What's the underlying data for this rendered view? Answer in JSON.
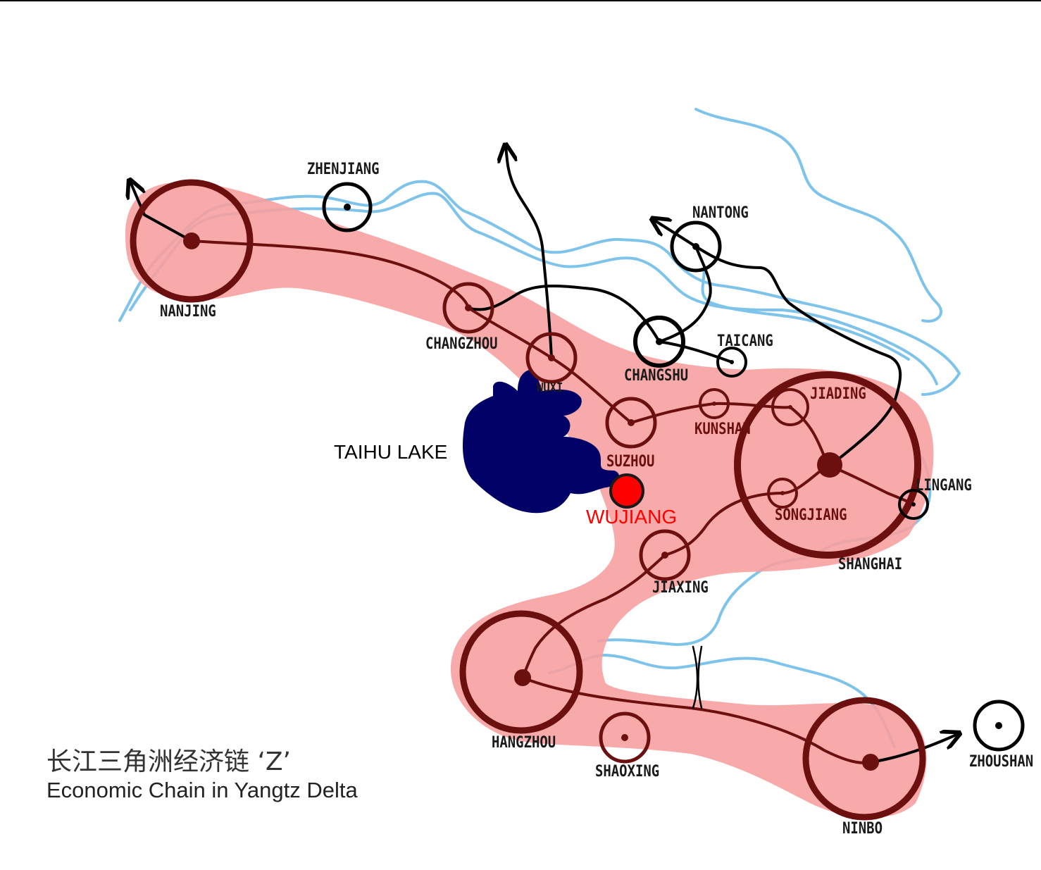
{
  "colors": {
    "river": "#7ec3ea",
    "corridor": "#f7a0a0",
    "node": "#6b0f0f",
    "secondary": "#000000",
    "lake": "#000066",
    "highlight": "#ff0000"
  },
  "labels": {
    "nanjing": "NANJING",
    "zhenjiang": "ZHENJIANG",
    "changzhou": "CHANGZHOU",
    "wuxi": "WUXI",
    "nantong": "NANTONG",
    "changshu": "CHANGSHU",
    "taicang": "TAICANG",
    "jiading": "JIADING",
    "kunshan": "KUNSHAN",
    "suzhou": "SUZHOU",
    "taihu": "TAIHU LAKE",
    "wujiang": "WUJIANG",
    "lingang": "LINGANG",
    "songjiang": "SONGJIANG",
    "shanghai": "SHANGHAI",
    "jiaxing": "JIAXING",
    "hangzhou": "HANGZHOU",
    "shaoxing": "SHAOXING",
    "ninbo": "NINBO",
    "zhoushan": "ZHOUSHAN"
  },
  "caption": {
    "chinese": "长江三角洲经济链 ‘Z’",
    "english": "Economic Chain in Yangtz Delta"
  }
}
